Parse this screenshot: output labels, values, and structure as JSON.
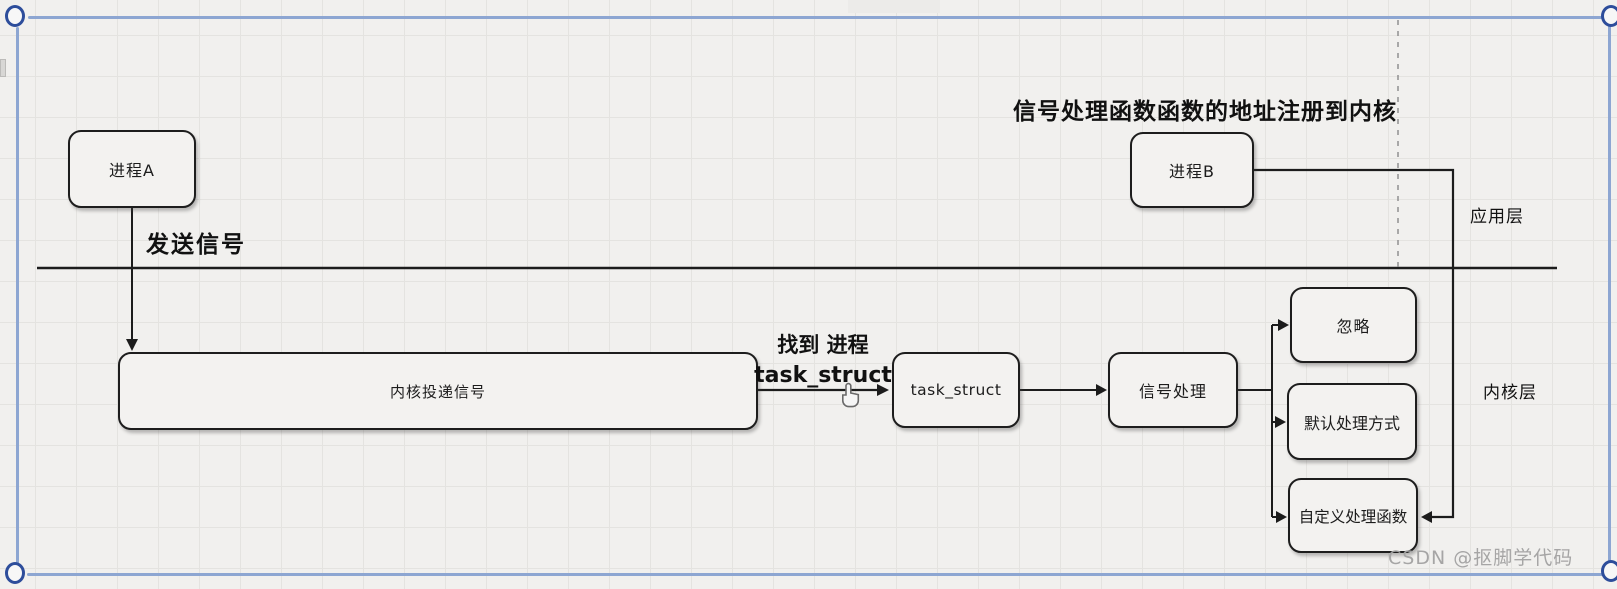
{
  "heading": {
    "register_note": "信号处理函数函数的地址注册到内核"
  },
  "nodes": {
    "process_a": "进程A",
    "process_b": "进程B",
    "kernel_deliver": "内核投递信号",
    "task_struct": "task_struct",
    "signal_handling": "信号处理",
    "ignore": "忽略",
    "default_handling": "默认处理方式",
    "custom_handler": "自定义处理函数"
  },
  "labels": {
    "send_signal": "发送信号",
    "find_process_line1": "找到 进程",
    "find_process_line2": "task_struct",
    "app_layer": "应用层",
    "kernel_layer": "内核层"
  },
  "watermark": "CSDN @抠脚学代码",
  "colors": {
    "selection_frame_blue": "#8da6d2",
    "handle_ring_blue": "#2d4d9b",
    "shape_border": "#1d1d1d",
    "canvas_bg": "#f1f0ee",
    "grid_line": "#e4e3e0",
    "watermark_gray": "#a2a2a2"
  }
}
